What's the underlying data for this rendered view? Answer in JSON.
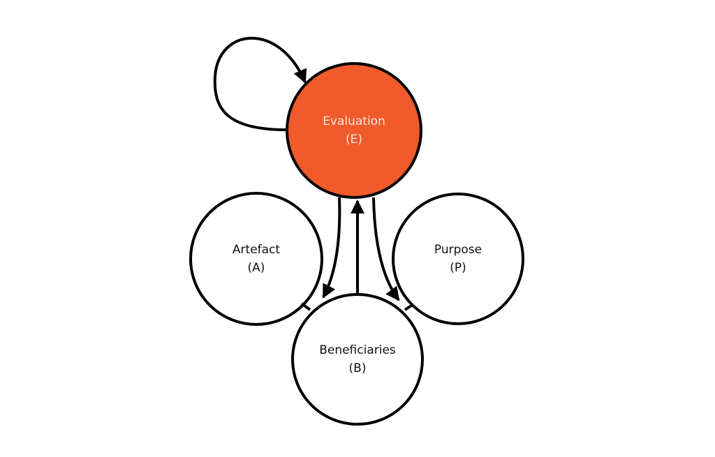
{
  "colors": {
    "evaluation_fill": "#f15a2b",
    "stroke": "#000000",
    "node_fill": "#ffffff"
  },
  "nodes": {
    "evaluation": {
      "name": "Evaluation",
      "abbr": "(E)"
    },
    "artefact": {
      "name": "Artefact",
      "abbr": "(A)"
    },
    "purpose": {
      "name": "Purpose",
      "abbr": "(P)"
    },
    "beneficiaries": {
      "name": "Beneficiaries",
      "abbr": "(B)"
    }
  }
}
